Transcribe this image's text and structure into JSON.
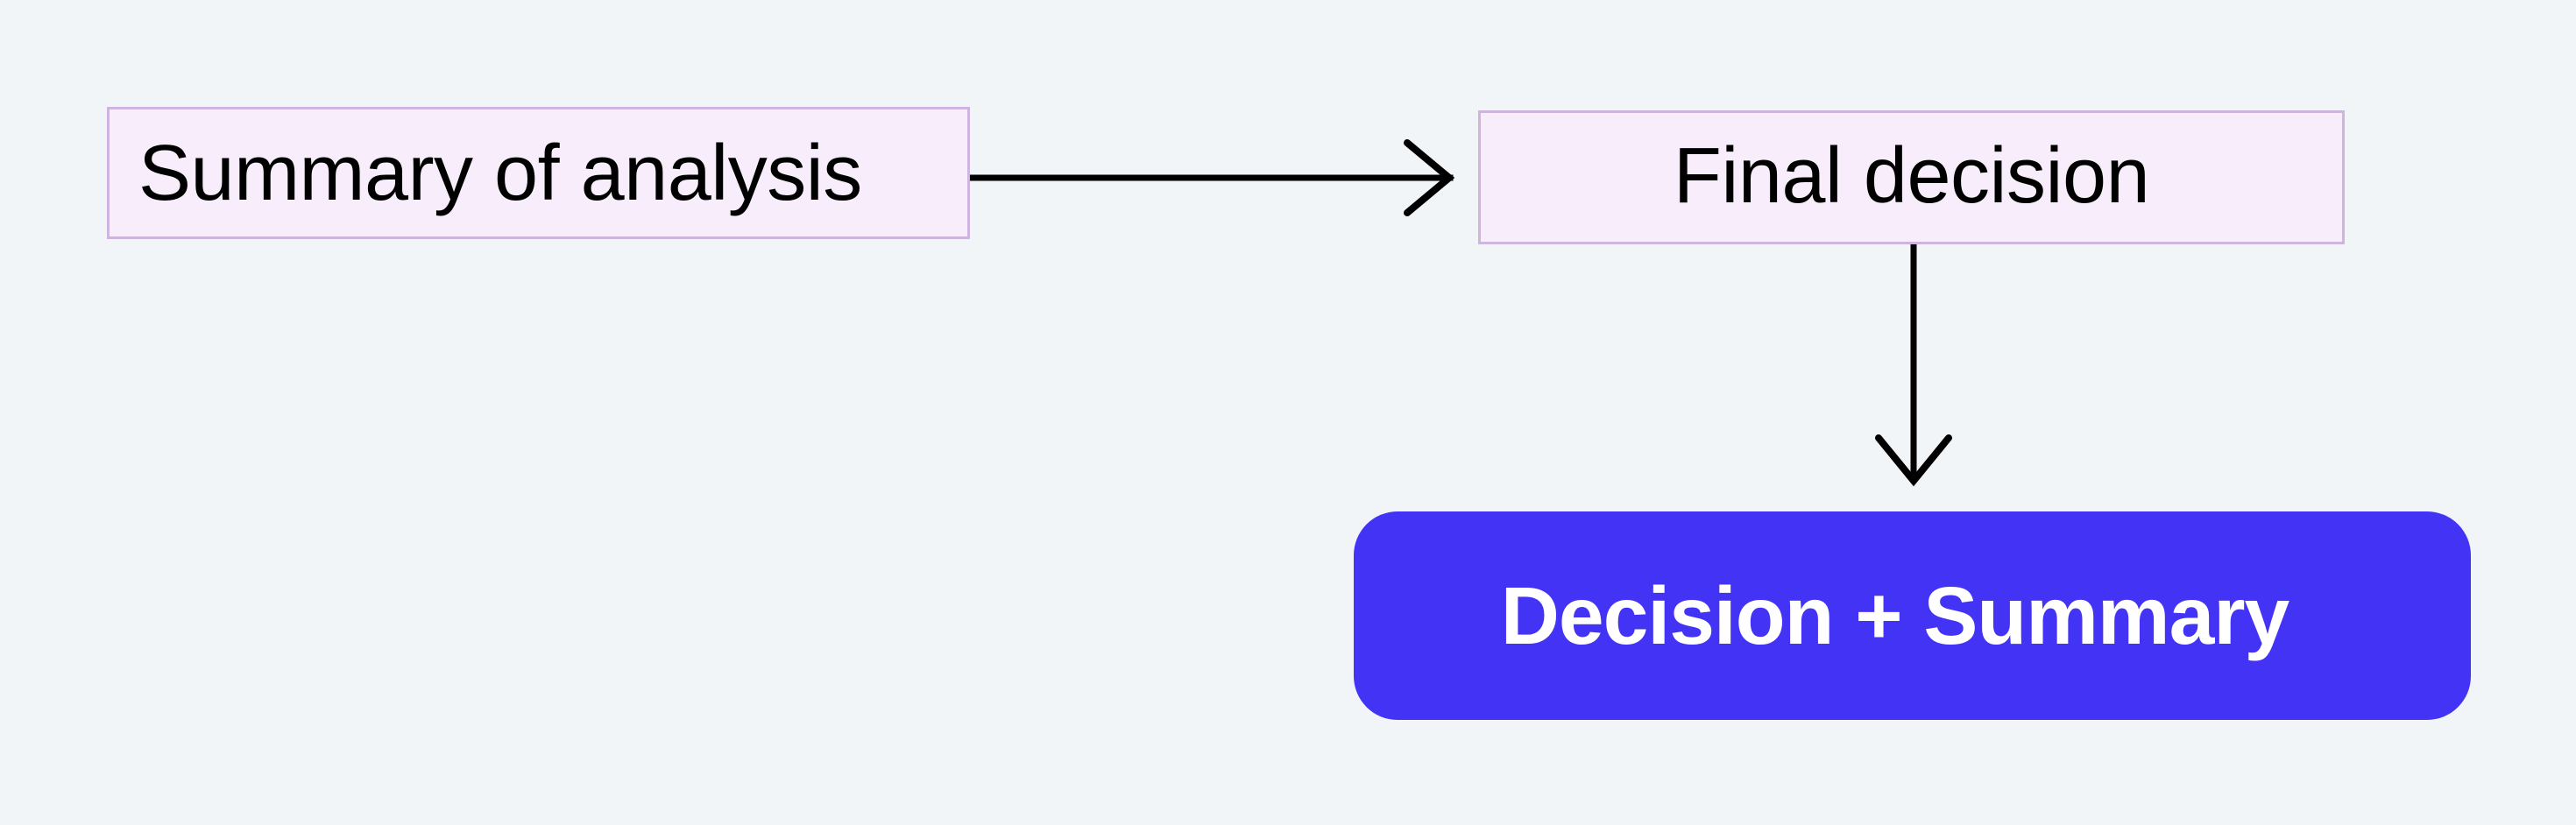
{
  "diagram": {
    "background_color": "#f1f5f8",
    "nodes": [
      {
        "id": "summary",
        "label": "Summary of analysis",
        "shape": "rectangle",
        "fill_color": "#f7edfb",
        "border_color": "#cdb5de",
        "text_color": "#000000"
      },
      {
        "id": "final",
        "label": "Final decision",
        "shape": "rectangle",
        "fill_color": "#f7edfb",
        "border_color": "#cdb5de",
        "text_color": "#000000"
      },
      {
        "id": "output",
        "label": "Decision + Summary",
        "shape": "rounded-pill",
        "fill_color": "#4333f5",
        "border_color": "#4333f5",
        "text_color": "#ffffff"
      }
    ],
    "edges": [
      {
        "id": "summary-to-final",
        "from": "summary",
        "to": "final",
        "direction": "right",
        "arrowhead": "open-chevron",
        "stroke_color": "#000000"
      },
      {
        "id": "final-to-output",
        "from": "final",
        "to": "output",
        "direction": "down",
        "arrowhead": "open-chevron",
        "stroke_color": "#000000"
      }
    ]
  }
}
